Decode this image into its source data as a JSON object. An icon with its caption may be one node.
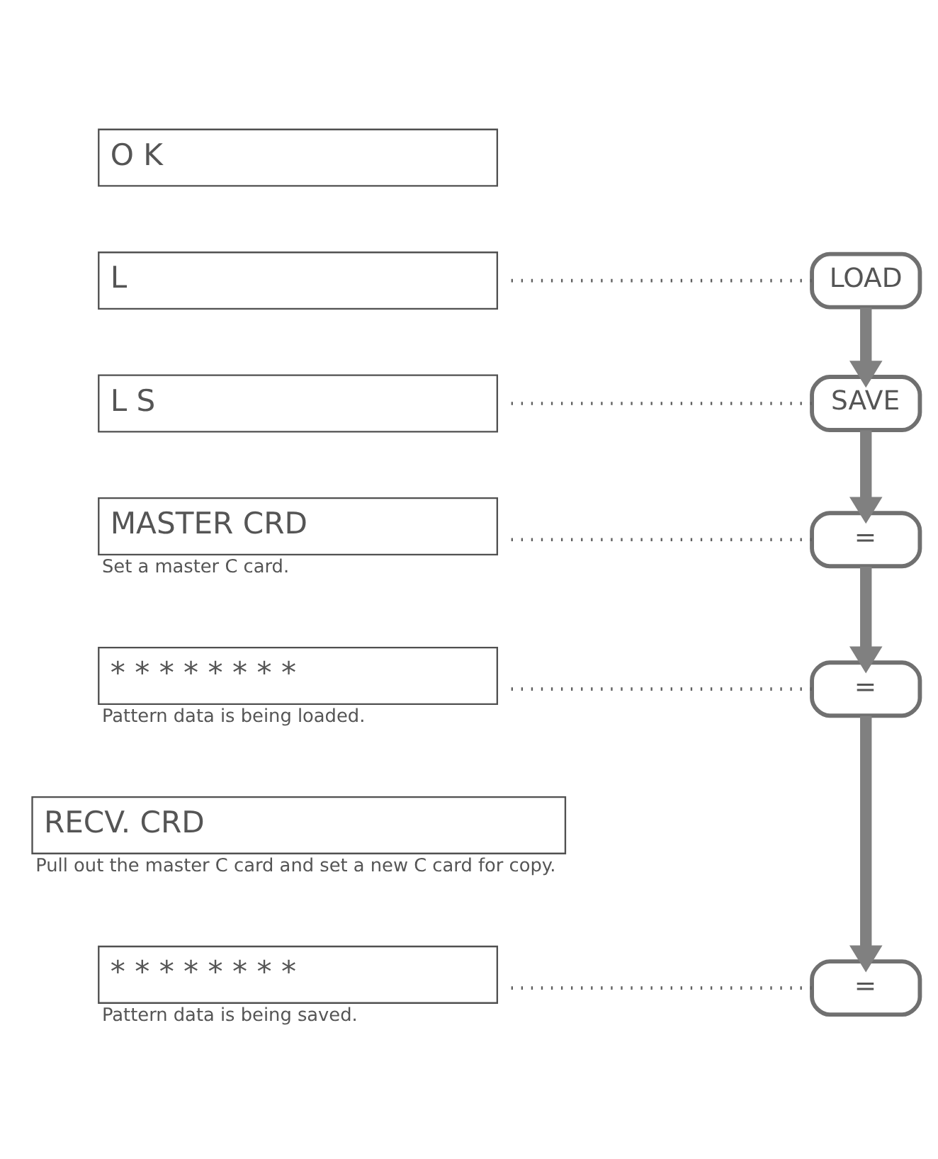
{
  "diagram": {
    "nodes": [
      {
        "text": [
          "O K"
        ]
      },
      {
        "text": [
          "LOAD"
        ]
      },
      {
        "text": [
          "L"
        ]
      },
      {
        "text": [
          "SAVE"
        ]
      },
      {
        "text": [
          "L S"
        ]
      },
      {
        "text": [
          "="
        ]
      },
      {
        "text": [
          "MASTER CRD"
        ],
        "beside": [
          "Set a master C card."
        ]
      },
      {
        "text": [
          "="
        ]
      },
      {
        "text": [
          "* * * * * * * *"
        ],
        "beside": [
          "Pattern data is being loaded."
        ]
      },
      {
        "text": [
          "RECV. CRD"
        ],
        "beside": [
          "Pull out the master C card and set a new C card for copy."
        ]
      },
      {
        "text": [
          "="
        ]
      },
      {
        "text": [
          "* * * * * * * *"
        ],
        "beside": [
          "Pattern data is being saved."
        ]
      }
    ],
    "edges": [
      {
        "from": 1,
        "to": 2,
        "arrow": "none",
        "style": "dashed"
      },
      {
        "from": 1,
        "to": 3,
        "arrow": "to",
        "style": "thick",
        "color": "#808080"
      },
      {
        "from": 3,
        "to": 4,
        "arrow": "none",
        "style": "dashed"
      },
      {
        "from": 3,
        "to": 5,
        "arrow": "to",
        "style": "thick",
        "color": "#808080"
      },
      {
        "from": 5,
        "to": 6,
        "arrow": "none",
        "style": "dashed"
      },
      {
        "from": 5,
        "to": 7,
        "arrow": "to",
        "style": "thick",
        "color": "#808080"
      },
      {
        "from": 7,
        "to": 8,
        "arrow": "none",
        "style": "dashed"
      },
      {
        "from": 7,
        "to": 10,
        "arrow": "to",
        "style": "thick",
        "color": "#808080"
      },
      {
        "from": 10,
        "to": 11,
        "arrow": "none",
        "style": "dashed"
      }
    ]
  }
}
